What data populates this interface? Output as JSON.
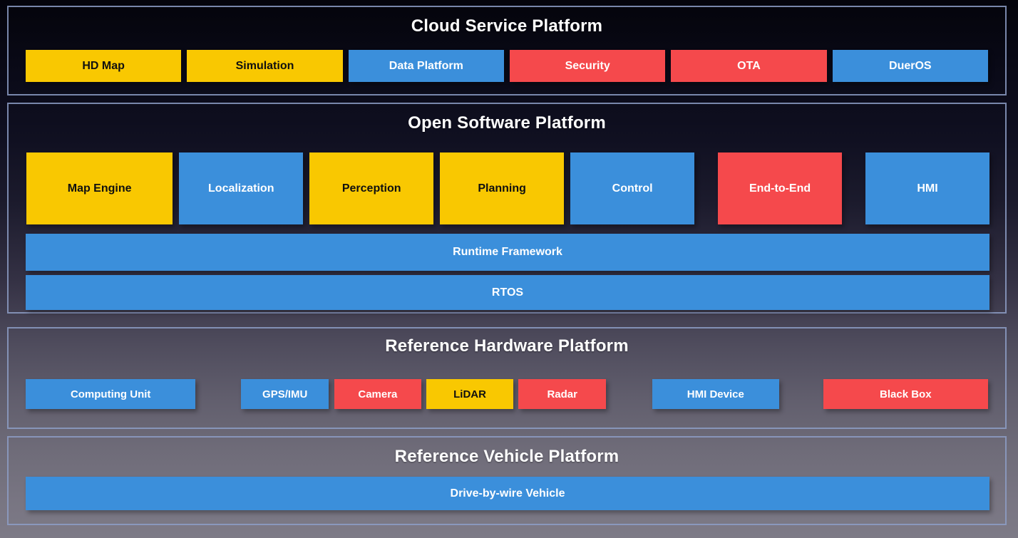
{
  "colors": {
    "yellow": "#F9C801",
    "blue": "#3B8FDB",
    "red": "#F5494C",
    "section_border": "#8D9DC6",
    "background_top": "#04040B",
    "background_bottom": "#7D7A86",
    "title_text": "#FFFFFF"
  },
  "cloud": {
    "title": "Cloud Service Platform",
    "blocks": [
      {
        "label": "HD Map",
        "color": "yellow"
      },
      {
        "label": "Simulation",
        "color": "yellow"
      },
      {
        "label": "Data Platform",
        "color": "blue"
      },
      {
        "label": "Security",
        "color": "red"
      },
      {
        "label": "OTA",
        "color": "red"
      },
      {
        "label": "DuerOS",
        "color": "blue"
      }
    ]
  },
  "software": {
    "title": "Open Software Platform",
    "modules": [
      {
        "label": "Map Engine",
        "color": "yellow"
      },
      {
        "label": "Localization",
        "color": "blue"
      },
      {
        "label": "Perception",
        "color": "yellow"
      },
      {
        "label": "Planning",
        "color": "yellow"
      },
      {
        "label": "Control",
        "color": "blue"
      },
      {
        "label": "End-to-End",
        "color": "red"
      },
      {
        "label": "HMI",
        "color": "blue"
      }
    ],
    "bars": [
      {
        "label": "Runtime Framework",
        "color": "blue"
      },
      {
        "label": "RTOS",
        "color": "blue"
      }
    ]
  },
  "hardware": {
    "title": "Reference Hardware Platform",
    "blocks": [
      {
        "label": "Computing Unit",
        "color": "blue"
      },
      {
        "label": "GPS/IMU",
        "color": "blue"
      },
      {
        "label": "Camera",
        "color": "red"
      },
      {
        "label": "LiDAR",
        "color": "yellow"
      },
      {
        "label": "Radar",
        "color": "red"
      },
      {
        "label": "HMI Device",
        "color": "blue"
      },
      {
        "label": "Black Box",
        "color": "red"
      }
    ]
  },
  "vehicle": {
    "title": "Reference Vehicle Platform",
    "bars": [
      {
        "label": "Drive-by-wire Vehicle",
        "color": "blue"
      }
    ]
  }
}
